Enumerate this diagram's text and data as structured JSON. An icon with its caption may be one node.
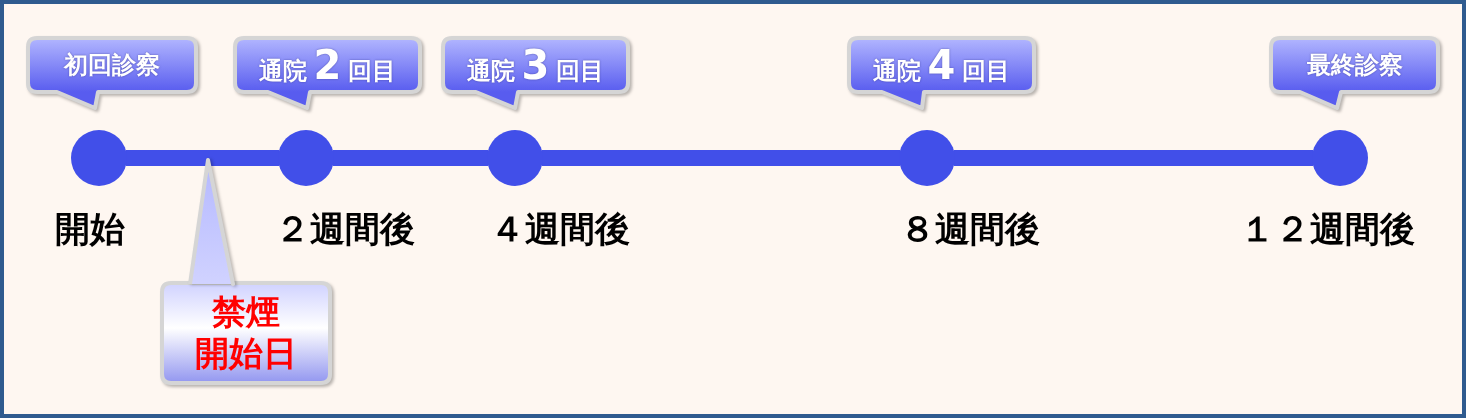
{
  "diagram": {
    "nodes": [
      {
        "text": [
          "初回診察"
        ]
      },
      {
        "text": [
          "通院2回目"
        ]
      },
      {
        "text": [
          "通院3回目"
        ]
      },
      {
        "text": [
          "通院4回目"
        ]
      },
      {
        "text": [
          "最終診察"
        ]
      },
      {
        "text": [],
        "shape": "circle",
        "beside": [
          "開始"
        ]
      },
      {
        "text": [],
        "shape": "circle",
        "beside": [
          "２週間後"
        ]
      },
      {
        "text": [],
        "shape": "circle",
        "beside": [
          "４週間後"
        ]
      },
      {
        "text": [],
        "shape": "circle",
        "beside": [
          "８週間後"
        ]
      },
      {
        "text": [],
        "shape": "circle",
        "beside": [
          "１２週間後"
        ]
      },
      {
        "text": [
          "禁煙開始日"
        ]
      }
    ],
    "edges": [
      {
        "from": 5,
        "to": 6,
        "arrow": "none"
      },
      {
        "from": 6,
        "to": 7,
        "arrow": "none"
      },
      {
        "from": 7,
        "to": 8,
        "arrow": "none"
      },
      {
        "from": 8,
        "to": 9,
        "arrow": "none"
      },
      {
        "from": 10,
        "to": null,
        "arrow": "to"
      }
    ]
  }
}
